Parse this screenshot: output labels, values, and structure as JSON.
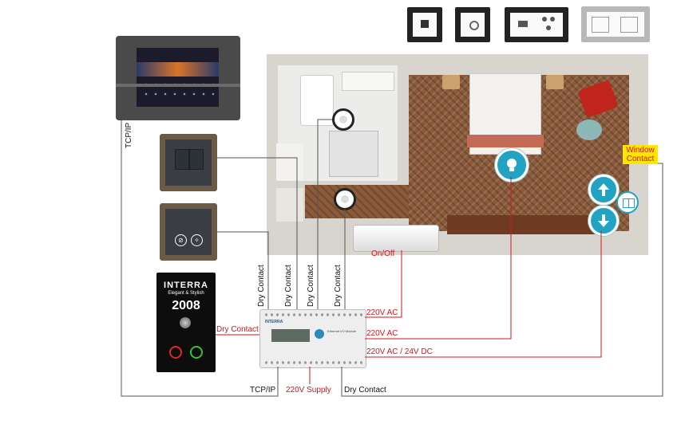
{
  "labels": {
    "tcpip_vertical": "TCP/IP",
    "tcpip_bottom": "TCP/IP",
    "dry_contact_dnd": "Dry Contact",
    "dry_contact_1": "Dry Contact",
    "dry_contact_2": "Dry Contact",
    "dry_contact_3": "Dry Contact",
    "dry_contact_4": "Dry Contact",
    "dry_contact_bottom": "Dry Contact",
    "on_off": "On/Off",
    "v220_ac_1": "220V AC",
    "v220_ac_2": "220V AC",
    "v220_24dc": "220V AC / 24V DC",
    "supply": "220V Supply",
    "window_contact": "Window Contact"
  },
  "dnd_panel": {
    "brand": "INTERRA",
    "tagline": "Elegant & Stylish",
    "room_number": "2008"
  },
  "colors": {
    "wire_red": "#d4161b",
    "wire_gray": "#555555",
    "accent_blue": "#22a3c3",
    "highlight_yellow": "#ffe600"
  },
  "icons": {
    "light": "lightbulb-icon",
    "curtain_up": "arrow-up-icon",
    "curtain_down": "arrow-down-icon",
    "window": "window-icon"
  }
}
